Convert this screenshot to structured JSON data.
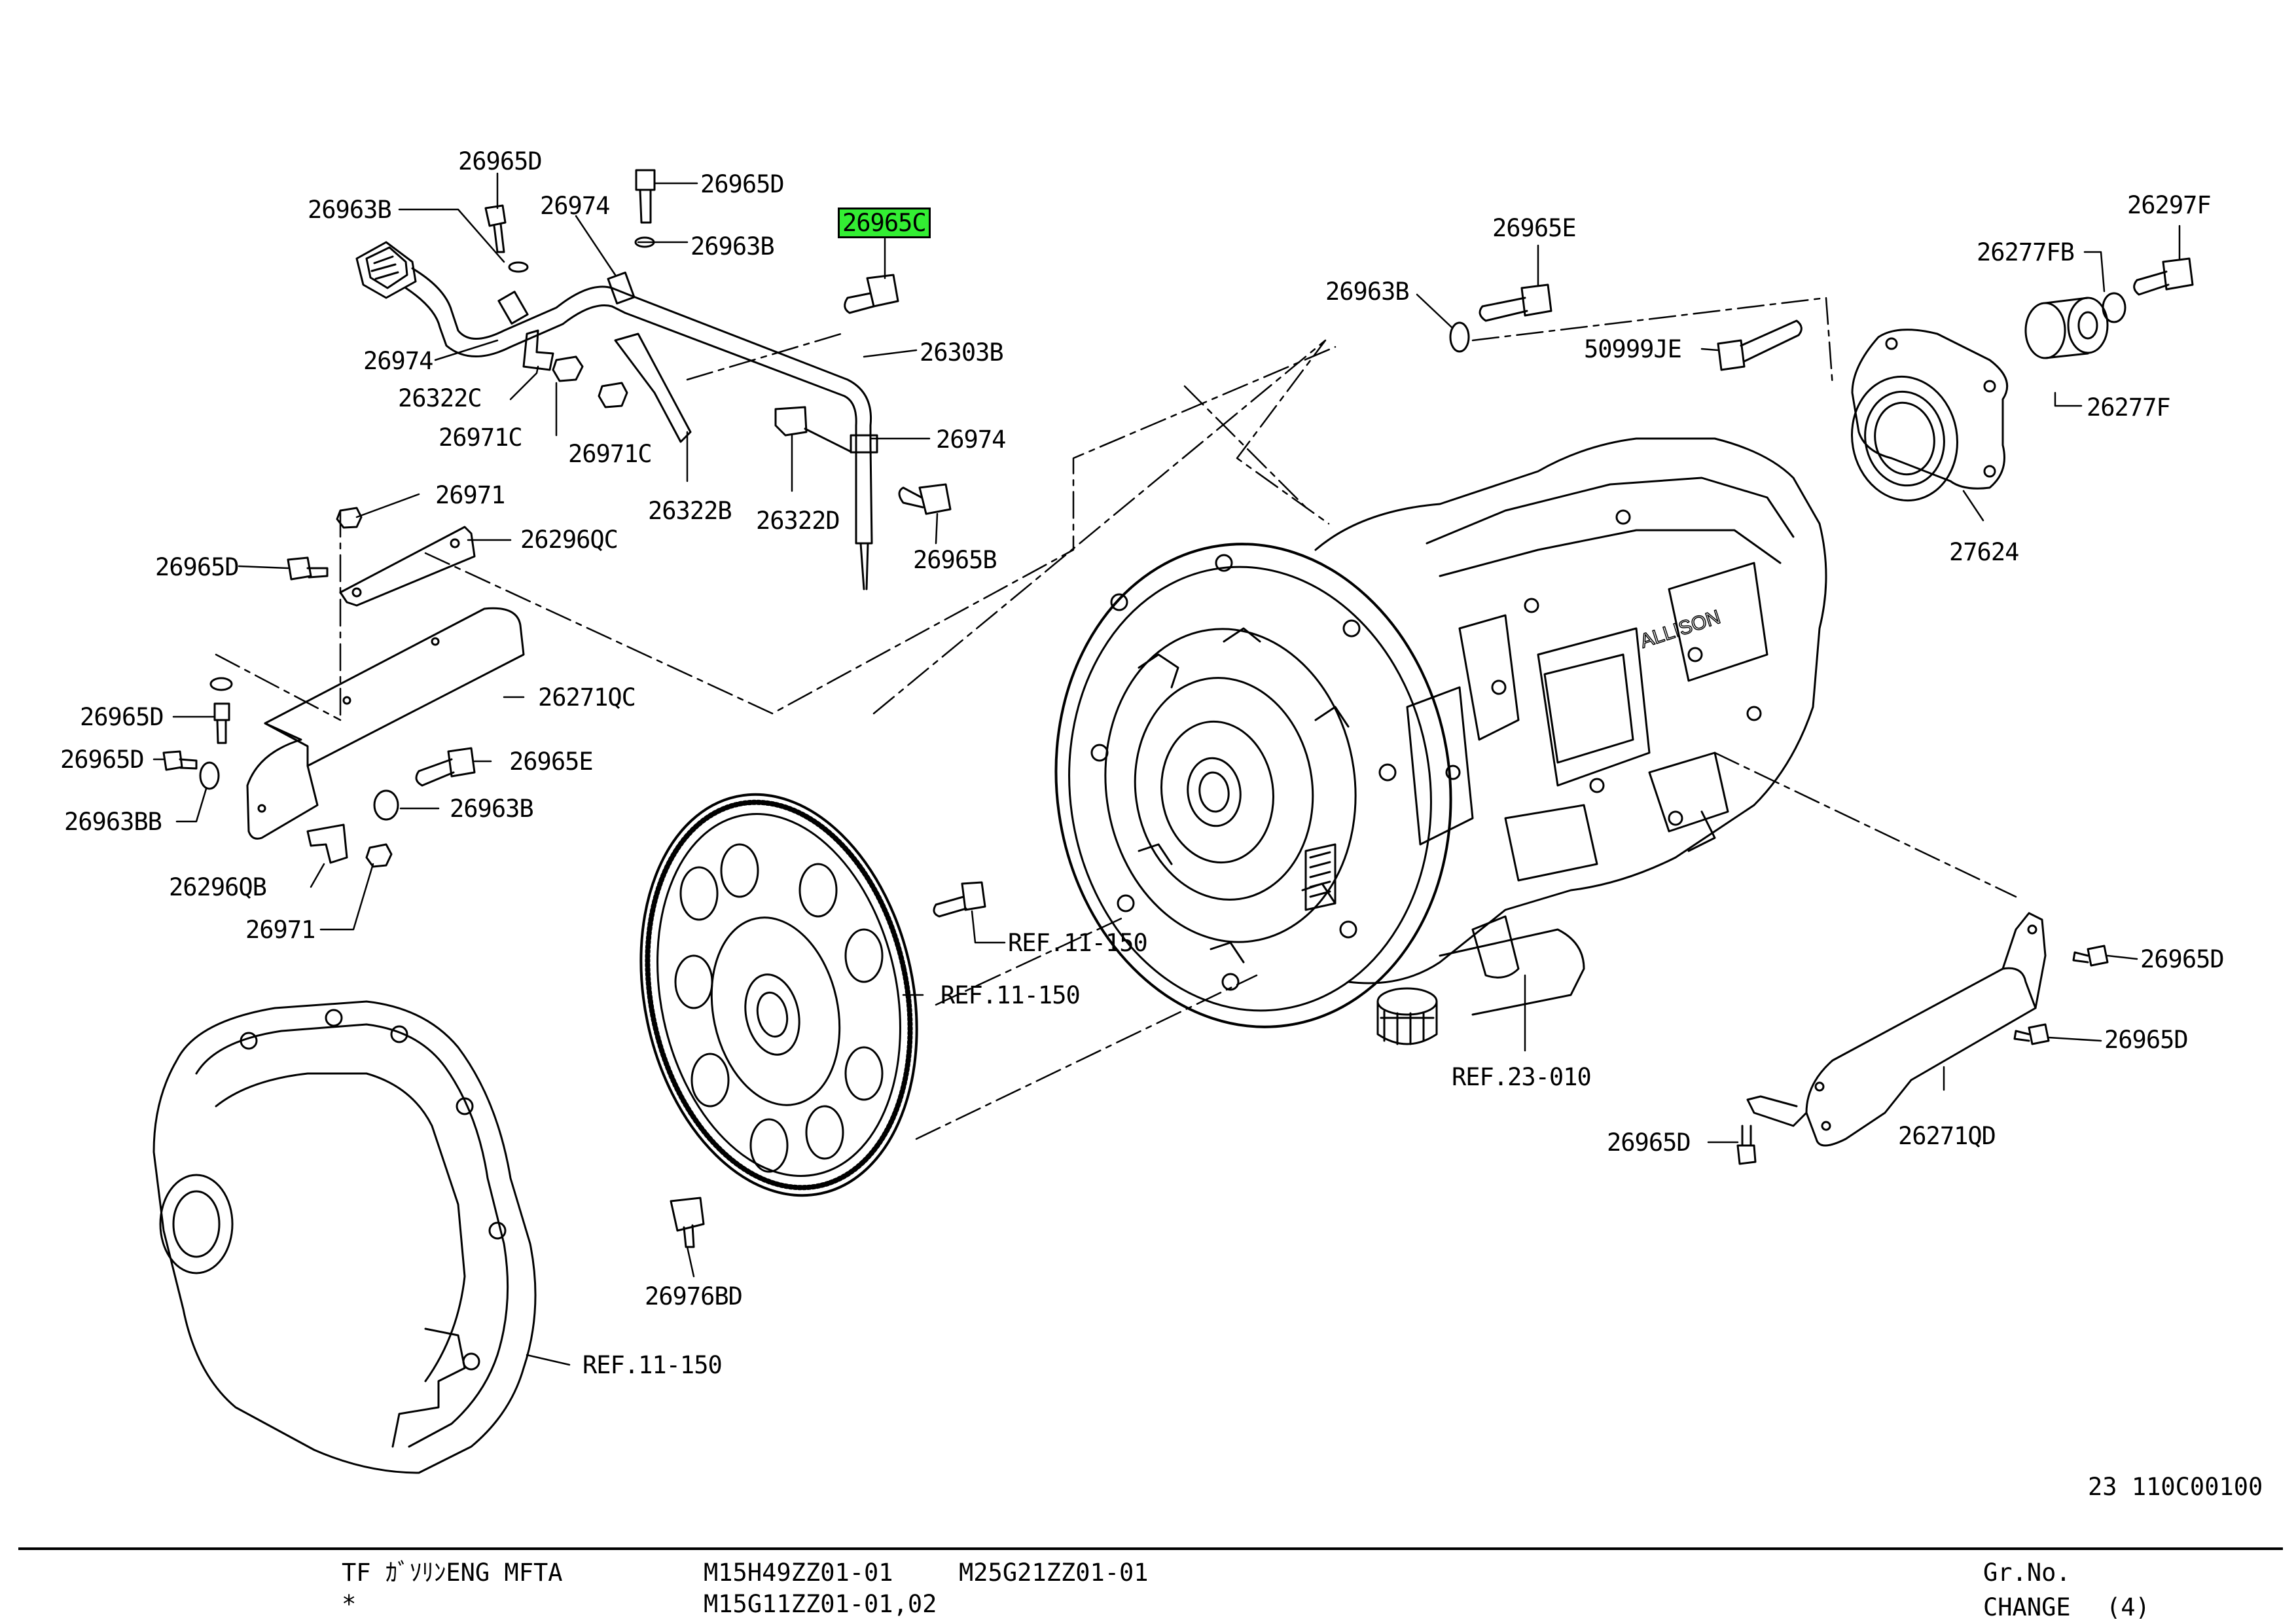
{
  "diagram": {
    "labels": [
      {
        "id": "l1",
        "text": "26965D"
      },
      {
        "id": "l2",
        "text": "26963B"
      },
      {
        "id": "l3",
        "text": "26974"
      },
      {
        "id": "l4",
        "text": "26965D"
      },
      {
        "id": "l5",
        "text": "26963B"
      },
      {
        "id": "l6",
        "text": "26965C",
        "highlight": true
      },
      {
        "id": "l7",
        "text": "26974"
      },
      {
        "id": "l8",
        "text": "26322C"
      },
      {
        "id": "l9",
        "text": "26971C"
      },
      {
        "id": "l10",
        "text": "26971C"
      },
      {
        "id": "l11",
        "text": "26322B"
      },
      {
        "id": "l12",
        "text": "26303B"
      },
      {
        "id": "l13",
        "text": "26974"
      },
      {
        "id": "l14",
        "text": "26322D"
      },
      {
        "id": "l15",
        "text": "26965B"
      },
      {
        "id": "l16",
        "text": "26965E"
      },
      {
        "id": "l17",
        "text": "26963B"
      },
      {
        "id": "l18",
        "text": "50999JE"
      },
      {
        "id": "l19",
        "text": "26297F"
      },
      {
        "id": "l20",
        "text": "26277FB"
      },
      {
        "id": "l21",
        "text": "26277F"
      },
      {
        "id": "l22",
        "text": "27624"
      },
      {
        "id": "l23",
        "text": "26971"
      },
      {
        "id": "l24",
        "text": "26965D"
      },
      {
        "id": "l25",
        "text": "26296QC"
      },
      {
        "id": "l26",
        "text": "26271QC"
      },
      {
        "id": "l27",
        "text": "26965D"
      },
      {
        "id": "l28",
        "text": "26965D"
      },
      {
        "id": "l29",
        "text": "26965E"
      },
      {
        "id": "l30",
        "text": "26963BB"
      },
      {
        "id": "l31",
        "text": "26963B"
      },
      {
        "id": "l32",
        "text": "26296QB"
      },
      {
        "id": "l33",
        "text": "26971"
      },
      {
        "id": "l34",
        "text": "REF.11-150"
      },
      {
        "id": "l35",
        "text": "REF.11-150"
      },
      {
        "id": "l36",
        "text": "REF.23-010"
      },
      {
        "id": "l37",
        "text": "26965D"
      },
      {
        "id": "l38",
        "text": "26965D"
      },
      {
        "id": "l39",
        "text": "26271QD"
      },
      {
        "id": "l40",
        "text": "26965D"
      },
      {
        "id": "l41",
        "text": "26976BD"
      },
      {
        "id": "l42",
        "text": "REF.11-150"
      }
    ],
    "colors": {
      "line": "#000000",
      "highlight": "#33ee33"
    },
    "brand_mark": "ALLISON"
  },
  "footer": {
    "ref_code": "23 110C00100",
    "model_name": "TF ｶﾞｿﾘﾝENG MFTA",
    "star": "*",
    "code1": "M15H49ZZ01-01",
    "code2": "M25G21ZZ01-01",
    "code3": "M15G11ZZ01-01,02",
    "gr_no_label": "Gr.No.",
    "change_label": "CHANGE",
    "change_value": "(4)"
  }
}
